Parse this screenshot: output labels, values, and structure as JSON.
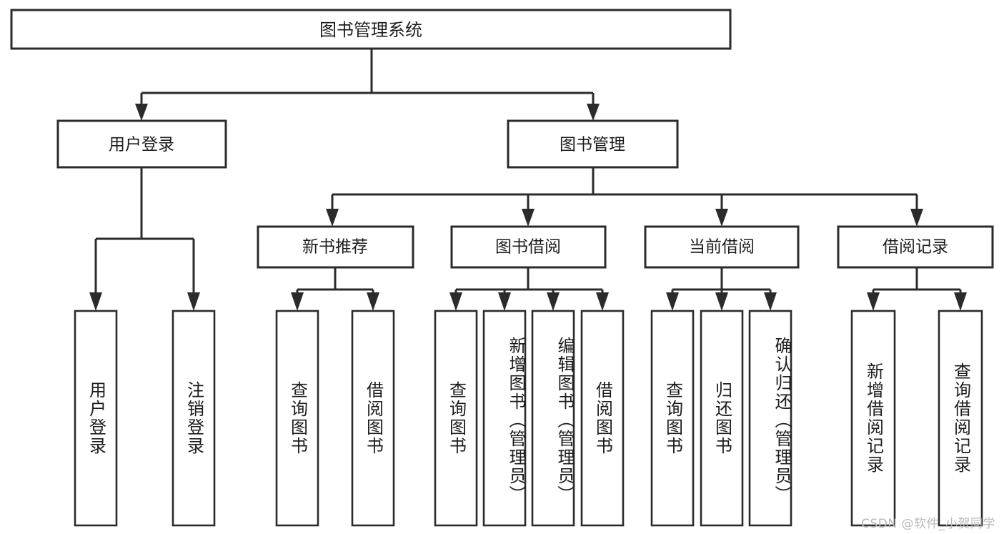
{
  "diagram": {
    "type": "hierarchy-tree",
    "title": "图书管理系统",
    "orientation": "top-down",
    "levels": 4,
    "nodes": {
      "root": {
        "label": "图书管理系统"
      },
      "level2": [
        {
          "id": "user-login",
          "label": "用户登录"
        },
        {
          "id": "book-management",
          "label": "图书管理"
        }
      ],
      "level3": [
        {
          "id": "new-book-recommend",
          "label": "新书推荐"
        },
        {
          "id": "book-borrow",
          "label": "图书借阅"
        },
        {
          "id": "current-borrow",
          "label": "当前借阅"
        },
        {
          "id": "borrow-record",
          "label": "借阅记录"
        }
      ],
      "leaves": [
        {
          "id": "leaf-user-login",
          "label": "用户登录",
          "parent": "user-login"
        },
        {
          "id": "leaf-logout-login",
          "label": "注销登录",
          "parent": "user-login"
        },
        {
          "id": "leaf-query-book-1",
          "label": "查询图书",
          "parent": "new-book-recommend"
        },
        {
          "id": "leaf-borrow-book-1",
          "label": "借阅图书",
          "parent": "new-book-recommend"
        },
        {
          "id": "leaf-query-book-2",
          "label": "查询图书",
          "parent": "book-borrow"
        },
        {
          "id": "leaf-add-book",
          "label": "新增图书（管理员）",
          "parent": "book-borrow"
        },
        {
          "id": "leaf-edit-book",
          "label": "编辑图书（管理员）",
          "parent": "book-borrow"
        },
        {
          "id": "leaf-borrow-book-2",
          "label": "借阅图书",
          "parent": "book-borrow"
        },
        {
          "id": "leaf-query-book-3",
          "label": "查询图书",
          "parent": "current-borrow"
        },
        {
          "id": "leaf-return-book",
          "label": "归还图书",
          "parent": "current-borrow"
        },
        {
          "id": "leaf-confirm-return",
          "label": "确认归还（管理员）",
          "parent": "current-borrow"
        },
        {
          "id": "leaf-add-record",
          "label": "新增借阅记录",
          "parent": "borrow-record"
        },
        {
          "id": "leaf-query-record",
          "label": "查询借阅记录",
          "parent": "borrow-record"
        }
      ]
    },
    "colors": {
      "stroke": "#2b2b2b",
      "fill": "#ffffff",
      "text": "#1c1c1c",
      "watermark": "#b9b9b9",
      "background": "#ffffff"
    }
  },
  "watermark": {
    "text": "CSDN @软件_小贺同学"
  }
}
